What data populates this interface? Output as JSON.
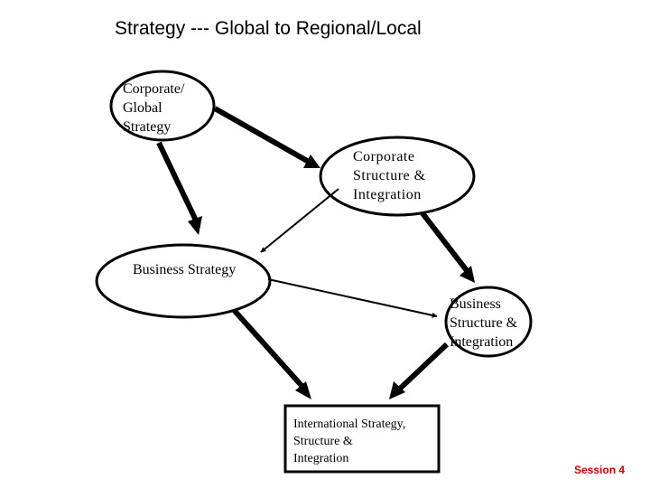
{
  "title": "Strategy --- Global to Regional/Local",
  "footer": {
    "session": "Session 4",
    "color": "#cc0000"
  },
  "nodes": {
    "corporate_global_strategy": "Corporate/\nGlobal\nStrategy",
    "corporate_structure": "Corporate\nStructure &\nIntegration",
    "business_strategy": "Business Strategy",
    "business_structure": "Business\nStructure &\nIntegration",
    "international": "International Strategy,\nStructure &\nIntegration"
  }
}
